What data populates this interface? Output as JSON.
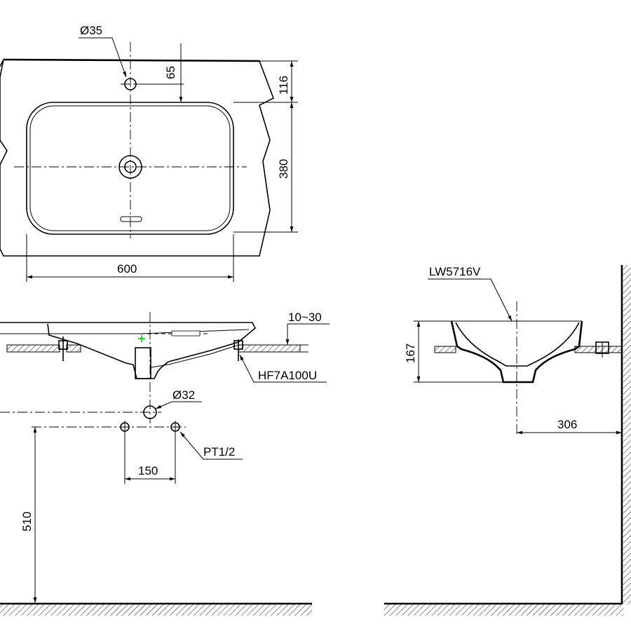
{
  "top_view": {
    "tap_hole_diameter": "Ø35",
    "tap_offset": "65",
    "back_depth": "116",
    "bowl_depth": "380",
    "bowl_width": "600"
  },
  "section_view": {
    "counter_thickness": "10~30",
    "waste_model": "HF7A100U",
    "drain_diameter": "Ø32",
    "supply_thread": "PT1/2",
    "supply_spacing": "150",
    "supply_height": "510"
  },
  "side_view": {
    "basin_model": "LW5716V",
    "basin_height": "167",
    "wall_distance": "306"
  },
  "colors": {
    "line": "#000000",
    "accent_marker": "#33cc33"
  }
}
